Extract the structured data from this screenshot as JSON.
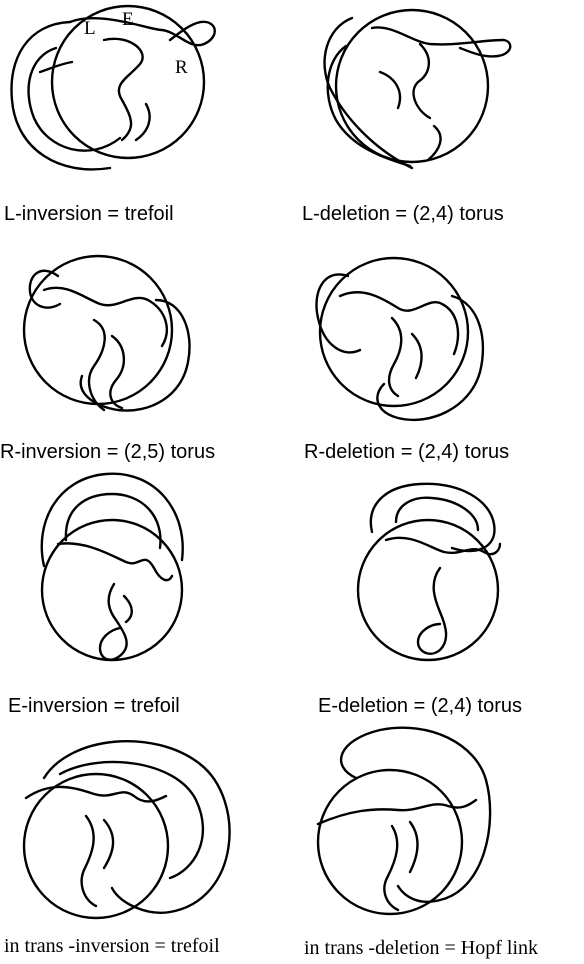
{
  "site_labels": {
    "l": "L",
    "e": "E",
    "r": "R"
  },
  "captions": {
    "l_inversion": "L-inversion = trefoil",
    "l_deletion": "L-deletion = (2,4) torus",
    "r_inversion": "R-inversion = (2,5) torus",
    "r_deletion": "R-deletion = (2,4) torus",
    "e_inversion": "E-inversion = trefoil",
    "e_deletion": "E-deletion = (2,4) torus",
    "trans_inversion": "in trans -inversion = trefoil",
    "trans_deletion": "in trans -deletion = Hopf link"
  }
}
